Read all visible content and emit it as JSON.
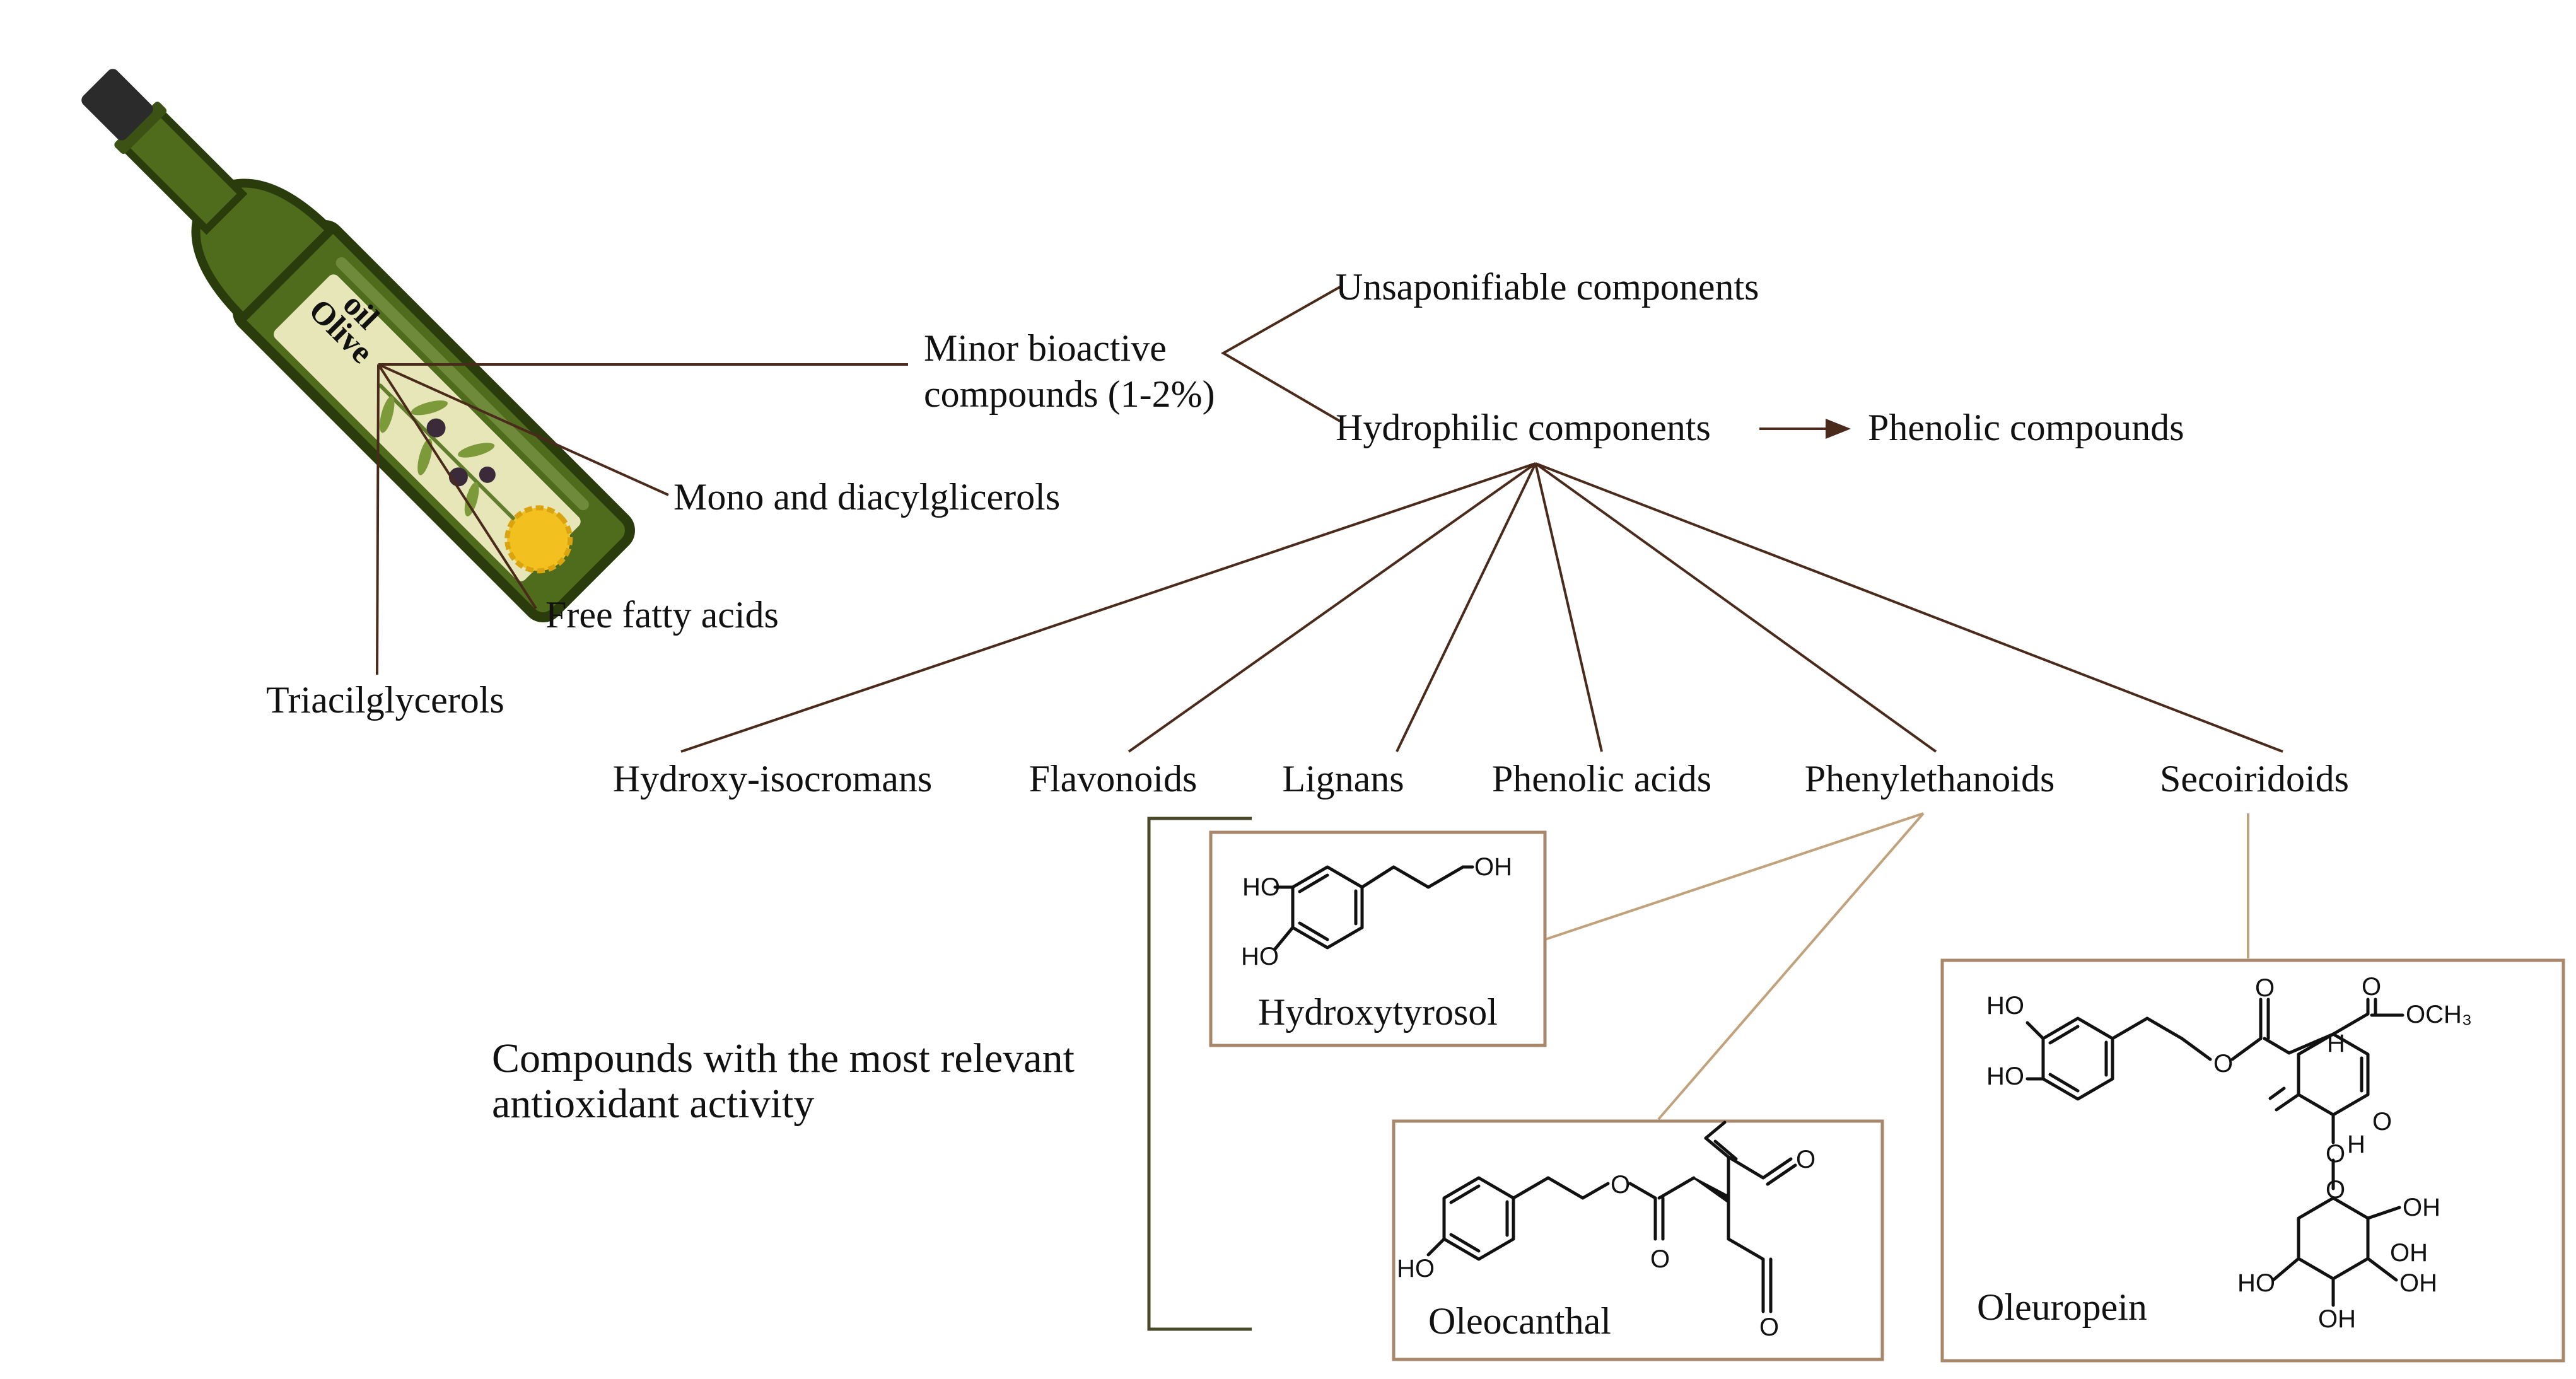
{
  "bottle": {
    "label_line1": "Olive",
    "label_line2": "oil",
    "colors": {
      "glass": "#4f6b1c",
      "dark": "#2a3b0c",
      "label": "#e6e6b8",
      "flower": "#f2c01f",
      "cap": "#2b2b2b"
    }
  },
  "main_components": {
    "minor_line1": "Minor bioactive",
    "minor_line2": "compounds (1-2%)",
    "mono_diacylglycerols": "Mono and diacylglicerols",
    "free_fatty_acids": "Free fatty acids",
    "triacylglycerols": "Triacilglycerols"
  },
  "minor_branch": {
    "unsaponifiable": "Unsaponifiable components",
    "hydrophilic": "Hydrophilic components",
    "phenolic": "Phenolic compounds"
  },
  "phenolic_classes": [
    "Hydroxy-isocromans",
    "Flavonoids",
    "Lignans",
    "Phenolic acids",
    "Phenylethanoids",
    "Secoiridoids"
  ],
  "relevant_caption": {
    "line1": "Compounds with the most relevant",
    "line2": "antioxidant activity"
  },
  "compounds": {
    "hydroxytyrosol": {
      "name": "Hydroxytyrosol",
      "atoms": {
        "ho_top": "HO",
        "ho_bottom": "HO",
        "oh": "OH"
      }
    },
    "oleocanthal": {
      "name": "Oleocanthal",
      "atoms": {
        "ho": "HO",
        "o_ester": "O",
        "o_carbonyl": "O",
        "o_ald1": "O",
        "o_ald2": "O"
      }
    },
    "oleuropein": {
      "name": "Oleuropein",
      "atoms": {
        "ho_top": "HO",
        "ho_bottom": "HO",
        "o_ester": "O",
        "o_carbonyl": "O",
        "o_me": "O",
        "och3": "OCH₃",
        "h_top": "H",
        "h_bottom": "H",
        "o_ring": "O",
        "o_link": "O",
        "o_sugar": "O",
        "oh_a": "OH",
        "oh_b": "OH",
        "oh_c": "OH",
        "ho_d": "HO",
        "oh_e": "OH"
      }
    }
  }
}
